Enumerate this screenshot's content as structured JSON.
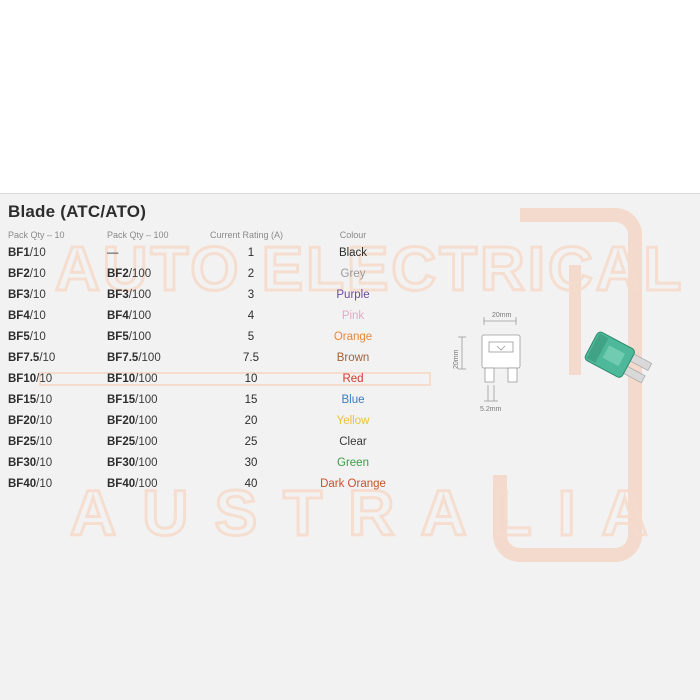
{
  "section": {
    "title": "Blade (ATC/ATO)"
  },
  "headers": {
    "pack10": "Pack Qty – 10",
    "pack100": "Pack Qty – 100",
    "rating": "Current Rating (A)",
    "colour": "Colour"
  },
  "rows": [
    {
      "code10": "BF1",
      "qty10": "/10",
      "code100": "—",
      "qty100": "",
      "rating": "1",
      "colour": "Black",
      "color_hex": "#2d2d2d"
    },
    {
      "code10": "BF2",
      "qty10": "/10",
      "code100": "BF2",
      "qty100": "/100",
      "rating": "2",
      "colour": "Grey",
      "color_hex": "#9a9a9a"
    },
    {
      "code10": "BF3",
      "qty10": "/10",
      "code100": "BF3",
      "qty100": "/100",
      "rating": "3",
      "colour": "Purple",
      "color_hex": "#6a4aa0"
    },
    {
      "code10": "BF4",
      "qty10": "/10",
      "code100": "BF4",
      "qty100": "/100",
      "rating": "4",
      "colour": "Pink",
      "color_hex": "#e6a8c4"
    },
    {
      "code10": "BF5",
      "qty10": "/10",
      "code100": "BF5",
      "qty100": "/100",
      "rating": "5",
      "colour": "Orange",
      "color_hex": "#e8883a"
    },
    {
      "code10": "BF7.5",
      "qty10": "/10",
      "code100": "BF7.5",
      "qty100": "/100",
      "rating": "7.5",
      "colour": "Brown",
      "color_hex": "#a0623a"
    },
    {
      "code10": "BF10",
      "qty10": "/10",
      "code100": "BF10",
      "qty100": "/100",
      "rating": "10",
      "colour": "Red",
      "color_hex": "#d6362e"
    },
    {
      "code10": "BF15",
      "qty10": "/10",
      "code100": "BF15",
      "qty100": "/100",
      "rating": "15",
      "colour": "Blue",
      "color_hex": "#3a7cc4"
    },
    {
      "code10": "BF20",
      "qty10": "/10",
      "code100": "BF20",
      "qty100": "/100",
      "rating": "20",
      "colour": "Yellow",
      "color_hex": "#e8c23a"
    },
    {
      "code10": "BF25",
      "qty10": "/10",
      "code100": "BF25",
      "qty100": "/100",
      "rating": "25",
      "colour": "Clear",
      "color_hex": "#3a3a3a"
    },
    {
      "code10": "BF30",
      "qty10": "/10",
      "code100": "BF30",
      "qty100": "/100",
      "rating": "30",
      "colour": "Green",
      "color_hex": "#3e9a4a"
    },
    {
      "code10": "BF40",
      "qty10": "/10",
      "code100": "BF40",
      "qty100": "/100",
      "rating": "40",
      "colour": "Dark Orange",
      "color_hex": "#c8522a"
    }
  ],
  "diagram": {
    "width_label": "20mm",
    "height_label": "20mm",
    "blade_label": "5.2mm"
  },
  "watermark": {
    "line1": "AUTO ELECTRICAL",
    "line2": "AUSTRALIA",
    "color": "#f4d3c2"
  },
  "fuse_color": "#4db89a"
}
